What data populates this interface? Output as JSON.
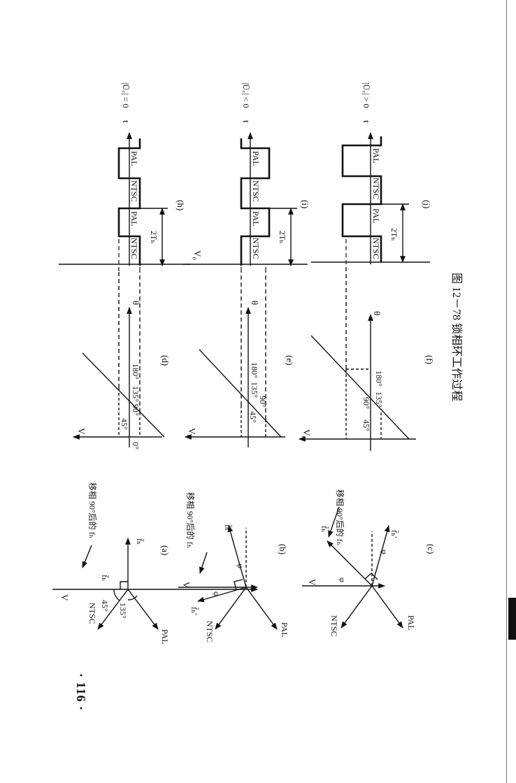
{
  "page": {
    "number": "· 116 ·"
  },
  "caption": "图 12－78  锁相环工作过程",
  "vector_panels": [
    {
      "tag": "(a)",
      "axis_v": "V",
      "ntsc": "NTSC",
      "pal": "PAL",
      "fh_vec": "f̄ₕ",
      "fh_shift": "f̄ₕ",
      "shift_note": "移相 90°后的 fₕ",
      "angle_45": "45°",
      "angle_135": "135°"
    },
    {
      "tag": "(b)",
      "axis_v": "V",
      "ntsc": "NTSC",
      "pal": "PAL",
      "fh_vec": "f̄ₕ",
      "fh_shift": "f̄ₕ'",
      "shift_note": "移相 90°后的 fₕ",
      "phi1": "φ",
      "phi2": "φ"
    },
    {
      "tag": "(c)",
      "axis_v": "V",
      "ntsc": "NTSC",
      "pal": "PAL",
      "fh_vec": "f̄ₕ'",
      "fh_shift": "f̄ₕ",
      "shift_note": "移相 90°后的 fₕ",
      "phi1": "φ",
      "phi2": "φ"
    }
  ],
  "phase_panels": [
    {
      "tag": "(d)",
      "axis_v": "V₀",
      "axis_theta": "θ",
      "ticks": [
        "0°",
        "45°",
        "90°",
        "135°",
        "180°"
      ]
    },
    {
      "tag": "(e)",
      "axis_v": "V₀",
      "axis_theta": "θ",
      "ticks": [
        "45°",
        "90°",
        "135°",
        "180°"
      ]
    },
    {
      "tag": "(f)",
      "axis_v": "V₀",
      "axis_theta": "θ",
      "ticks": [
        "45°",
        "90°",
        "135°",
        "180°"
      ]
    }
  ],
  "wave_panels": [
    {
      "tag": "(h)",
      "axis_v": "V₀",
      "t": "t",
      "condition": "|Ū꜀| = 0",
      "labels": [
        "NTSC",
        "PAL",
        "NTSC",
        "PAL"
      ],
      "period": "2Tₕ"
    },
    {
      "tag": "(i)",
      "t": "t",
      "condition": "|Ū꜀| < 0",
      "labels": [
        "NTSC",
        "PAL",
        "NTSC",
        "PAL"
      ],
      "period": "2Tₕ"
    },
    {
      "tag": "(j)",
      "t": "t",
      "condition": "|Ū꜀| > 0",
      "labels": [
        "NTSC",
        "PAL",
        "NTSC",
        "PAL"
      ],
      "period": "2Tₕ"
    }
  ]
}
